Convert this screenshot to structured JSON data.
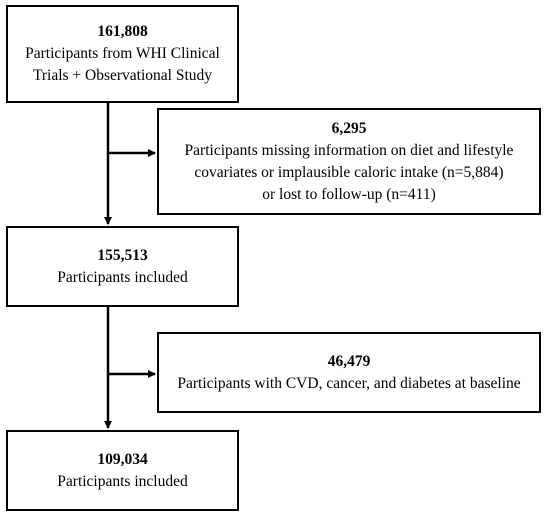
{
  "flowchart": {
    "total": {
      "count": "161,808",
      "line1": "Participants from WHI Clinical",
      "line2": "Trials + Observational Study"
    },
    "exclusion_1": {
      "count": "6,295",
      "line1": "Participants missing information on diet and lifestyle",
      "line2": "covariates or implausible caloric intake (n=5,884)",
      "line3": "or lost to follow-up (n=411)"
    },
    "included_1": {
      "count": "155,513",
      "line1": "Participants included"
    },
    "exclusion_2": {
      "count": "46,479",
      "line1": "Participants with CVD, cancer, and diabetes at baseline"
    },
    "included_2": {
      "count": "109,034",
      "line1": "Participants included"
    }
  },
  "colors": {
    "line": "#000000",
    "background": "#ffffff"
  }
}
